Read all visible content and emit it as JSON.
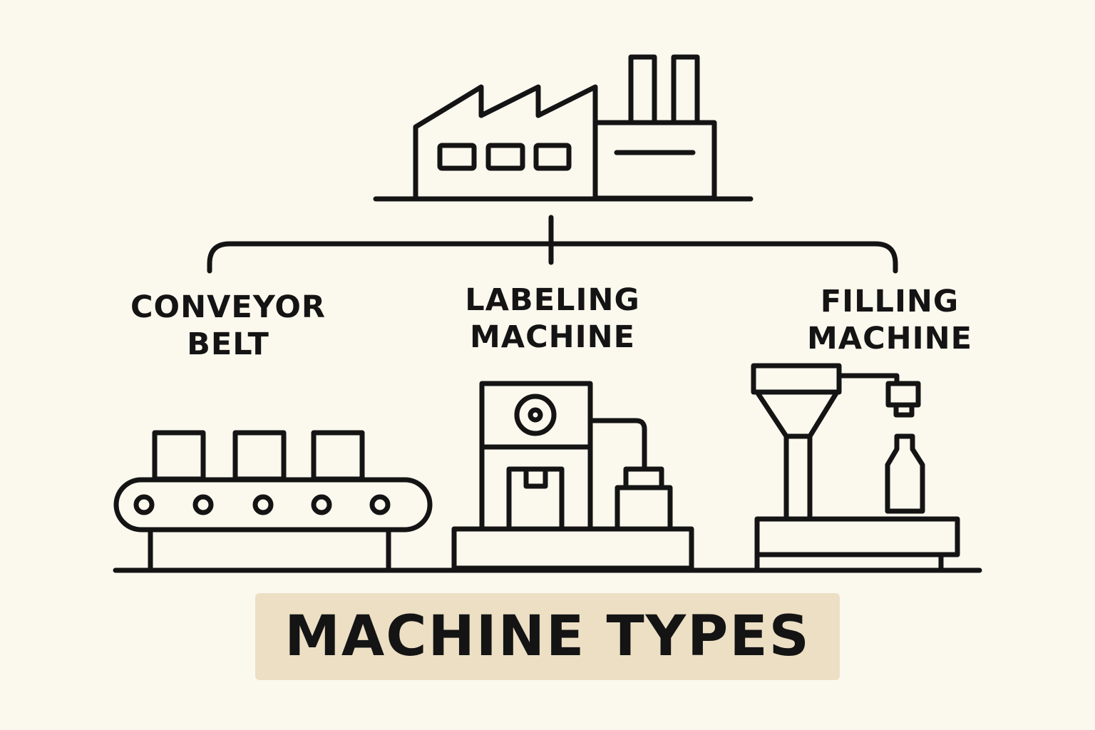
{
  "title": "MACHINE TYPES",
  "nodes": [
    {
      "line1": "CONVEYOR",
      "line2": "BELT"
    },
    {
      "line1": "LABELING",
      "line2": "MACHINE"
    },
    {
      "line1": "FILLING",
      "line2": "MACHINE"
    }
  ],
  "colors": {
    "background": "#fbf8ee",
    "stroke": "#141414",
    "title_box": "#ecdfc4"
  },
  "icons": [
    "factory-icon",
    "conveyor-belt-icon",
    "labeling-machine-icon",
    "filling-machine-icon"
  ]
}
